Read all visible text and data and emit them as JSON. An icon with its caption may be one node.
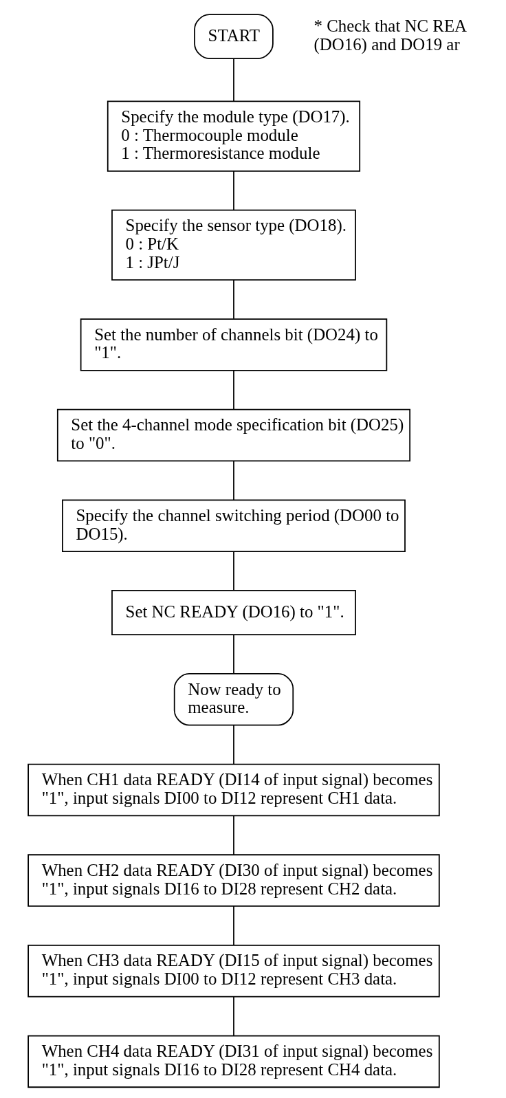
{
  "diagram": {
    "nodes": [
      {
        "text": [
          "START"
        ],
        "beside": [
          "* Check that NC REA (DO16) and DO19 ar"
        ]
      },
      {
        "text": [
          "Specify the module type (DO17).",
          "0 : Thermocouple module",
          "1 : Thermoresistance module"
        ]
      },
      {
        "text": [
          "Specify the sensor type (DO18).",
          "0 : Pt/K",
          "1 : JPt/J"
        ]
      },
      {
        "text": [
          "Set the number of channels bit (DO24) to \"1\"."
        ]
      },
      {
        "text": [
          "Set the 4-channel mode specification bit (DO25) to \"0\"."
        ]
      },
      {
        "text": [
          "Specify the channel switching period (DO00 to DO15)."
        ]
      },
      {
        "text": [
          "Set NC READY (DO16) to \"1\"."
        ]
      },
      {
        "text": [
          "Now ready to measure."
        ]
      },
      {
        "text": [
          "When CH1 data READY (DI14 of input signal) becomes \"1\", input signals DI00 to DI12 represent CH1 data."
        ]
      },
      {
        "text": [
          "When CH2 data READY (DI30 of input signal) becomes \"1\", input signals DI16 to DI28 represent CH2 data."
        ]
      },
      {
        "text": [
          "When CH3 data READY (DI15 of input signal) becomes \"1\", input signals DI00 to DI12 represent CH3 data."
        ]
      },
      {
        "text": [
          "When CH4 data READY (DI31 of input signal) becomes \"1\", input signals DI16 to DI28 represent CH4 data."
        ]
      }
    ],
    "edges": [
      {
        "from": 0,
        "to": 1,
        "arrow": "none"
      },
      {
        "from": 1,
        "to": 2,
        "arrow": "none"
      },
      {
        "from": 2,
        "to": 3,
        "arrow": "none"
      },
      {
        "from": 3,
        "to": 4,
        "arrow": "none"
      },
      {
        "from": 4,
        "to": 5,
        "arrow": "none"
      },
      {
        "from": 5,
        "to": 6,
        "arrow": "none"
      },
      {
        "from": 6,
        "to": 7,
        "arrow": "none"
      },
      {
        "from": 7,
        "to": 8,
        "arrow": "none"
      },
      {
        "from": 8,
        "to": 9,
        "arrow": "none"
      },
      {
        "from": 9,
        "to": 10,
        "arrow": "none"
      },
      {
        "from": 10,
        "to": 11,
        "arrow": "none"
      }
    ]
  }
}
